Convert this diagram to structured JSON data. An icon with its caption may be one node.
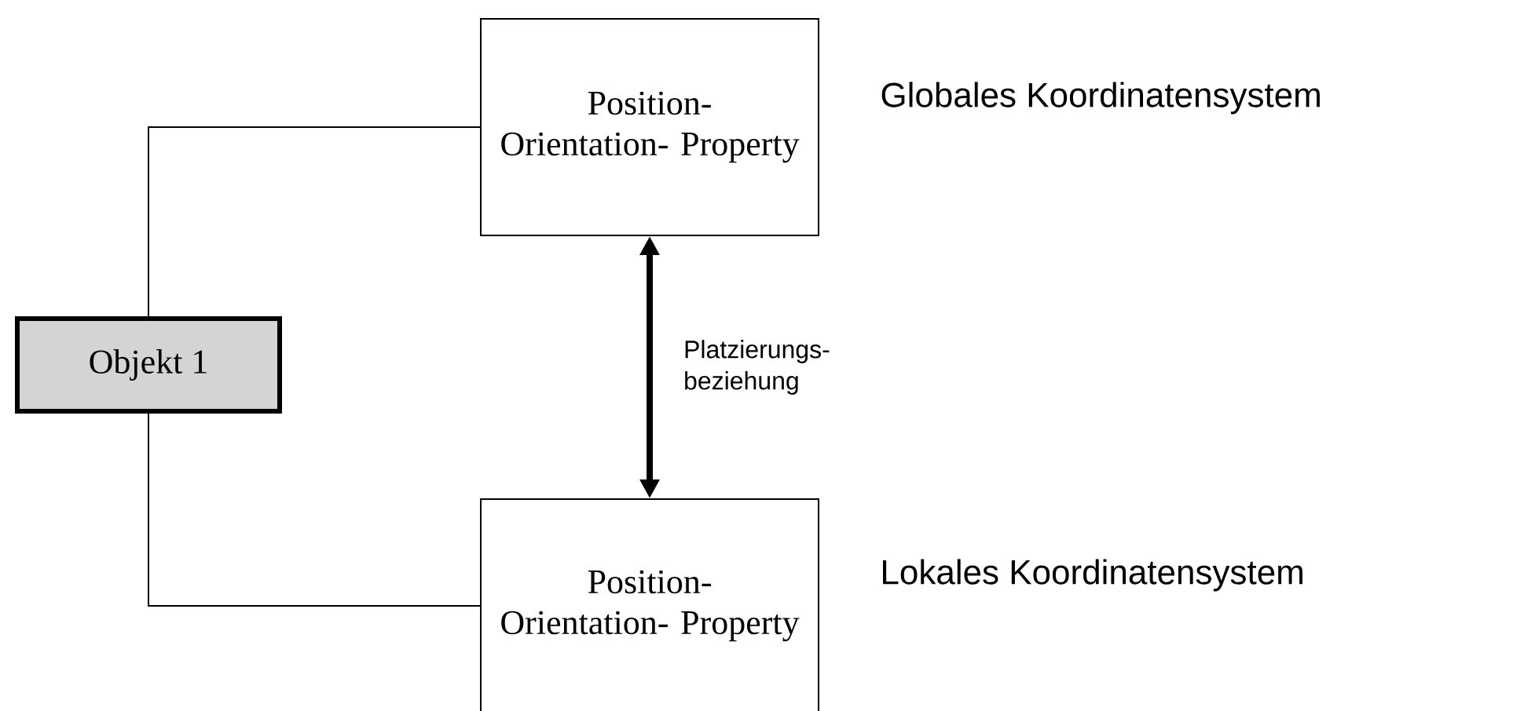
{
  "diagram": {
    "nodes": [
      {
        "text": [
          "Objekt 1"
        ]
      },
      {
        "text": [
          "Position- Orientation- Property"
        ],
        "beside": [
          "Globales Koordinatensystem"
        ]
      },
      {
        "text": [
          "Position- Orientation- Property"
        ],
        "beside": [
          "Lokales Koordinatensystem"
        ]
      }
    ],
    "edges": [
      {
        "from": 0,
        "to": 1,
        "arrow": "none"
      },
      {
        "from": 0,
        "to": 2,
        "arrow": "none"
      },
      {
        "from": 1,
        "to": 2,
        "arrow": "both",
        "style": "thick",
        "label": "Platzierungs- beziehung"
      }
    ]
  }
}
